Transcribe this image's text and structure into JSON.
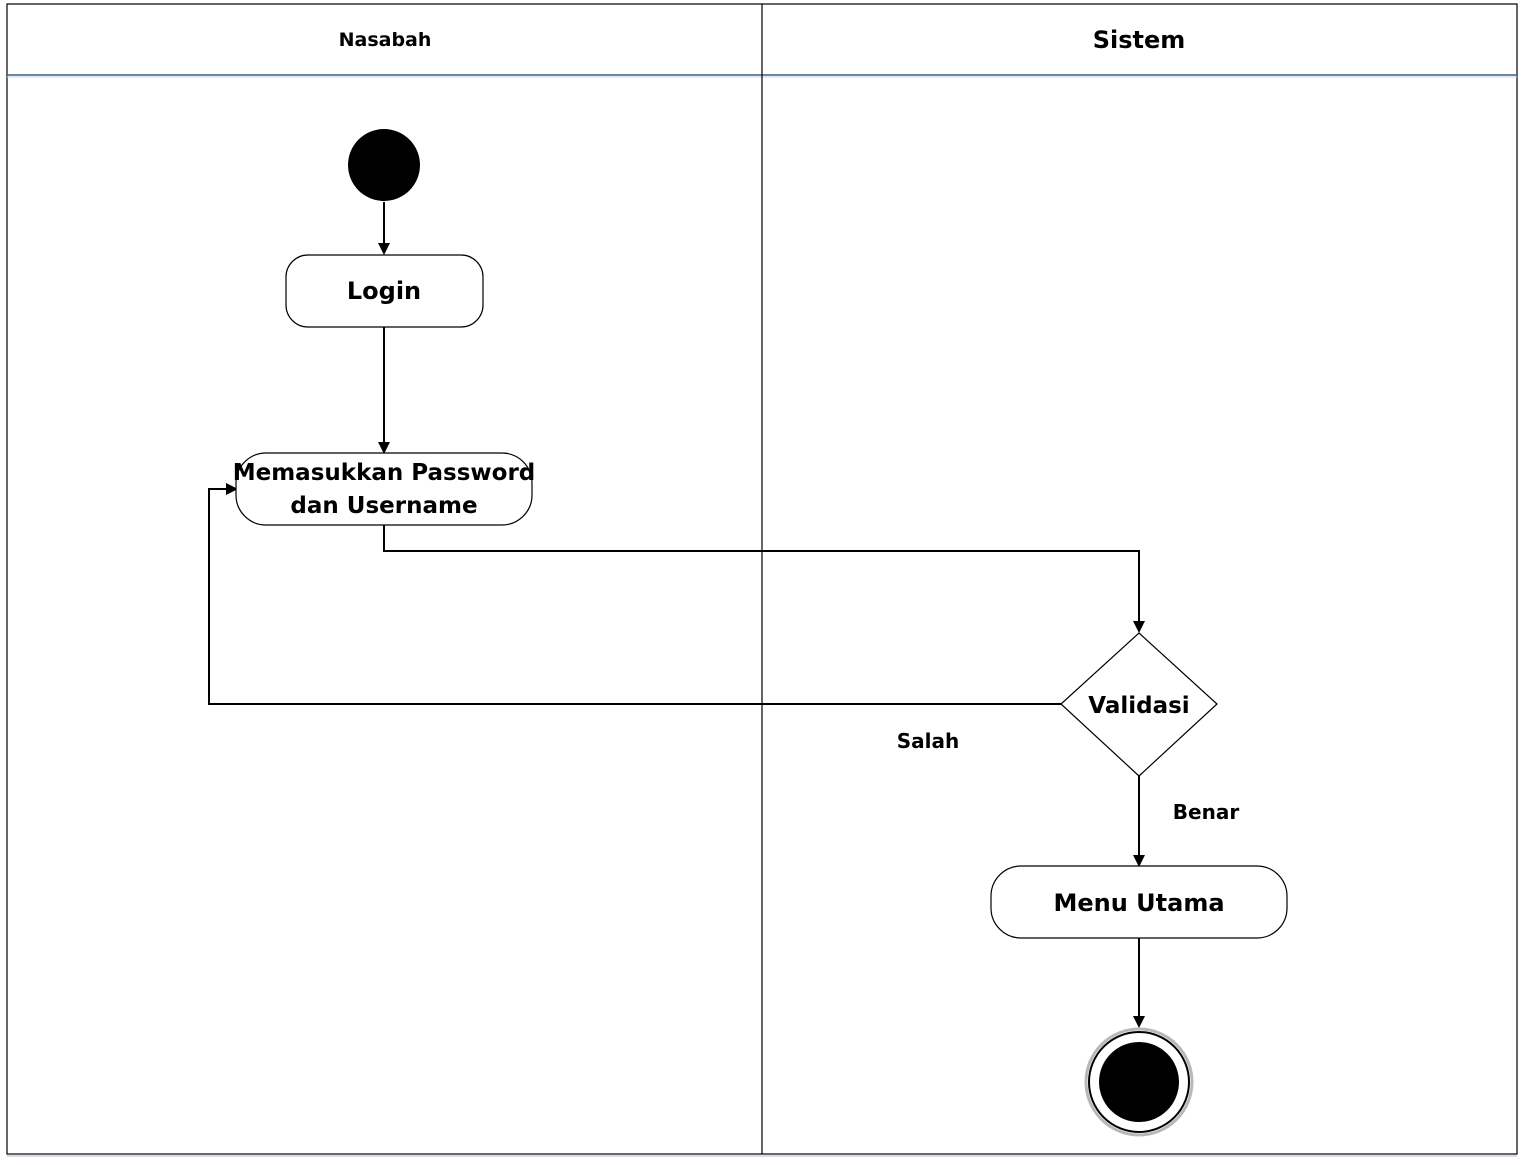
{
  "lanes": {
    "left_title": "Nasabah",
    "right_title": "Sistem"
  },
  "nodes": {
    "login": "Login",
    "input_line1": "Memasukkan Password",
    "input_line2": "dan Username",
    "decision": "Validasi",
    "menu": "Menu Utama"
  },
  "edges": {
    "wrong_label": "Salah",
    "right_label": "Benar"
  }
}
